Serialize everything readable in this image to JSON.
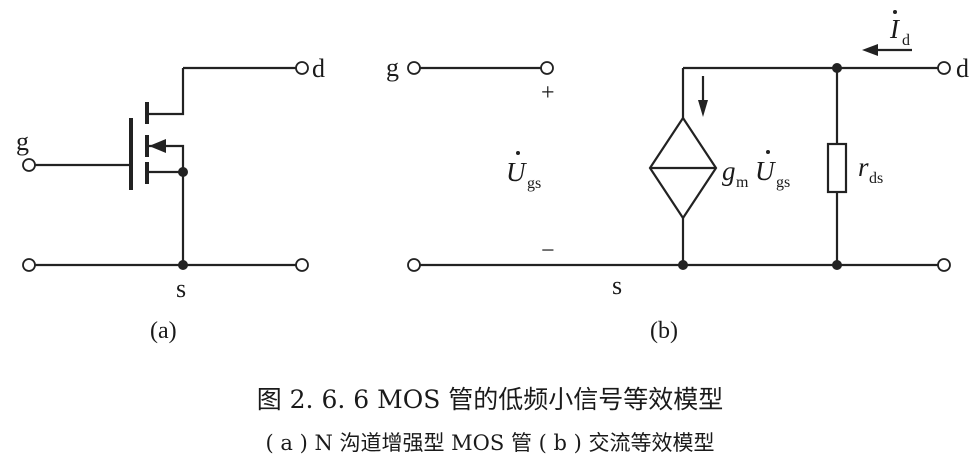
{
  "circuit_a": {
    "gate_label": "g",
    "drain_label": "d",
    "source_label": "s",
    "panel_label": "(a)"
  },
  "circuit_b": {
    "gate_label": "g",
    "drain_label": "d",
    "source_label": "s",
    "plus_sign": "+",
    "minus_sign": "−",
    "ugs_symbol": "U",
    "ugs_sub": "gs",
    "gm_symbol": "g",
    "gm_sub": "m",
    "source_value_symbol": "U",
    "source_value_sub": "gs",
    "rds_symbol": "r",
    "rds_sub": "ds",
    "id_symbol": "I",
    "id_sub": "d",
    "panel_label": "(b)"
  },
  "caption": {
    "title": "图 2. 6. 6   MOS 管的低频小信号等效模型",
    "subtitle": "( a ) N 沟道增强型 MOS 管   ( b ) 交流等效模型"
  }
}
